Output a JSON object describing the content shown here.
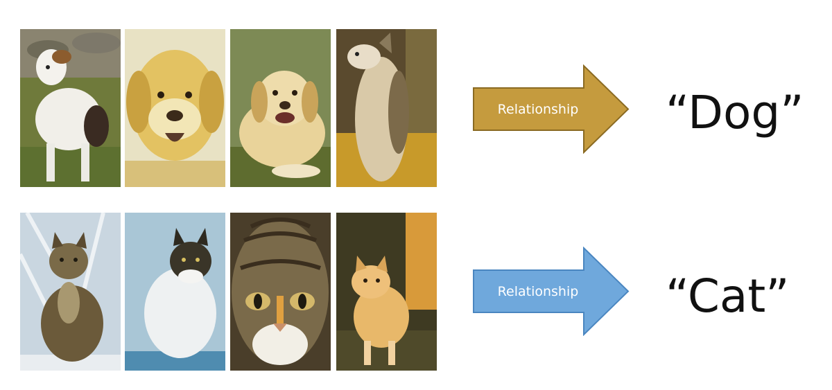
{
  "rows": {
    "dog": {
      "arrow_label": "Relationship",
      "arrow_color": "#c59b3e",
      "arrow_stroke": "#8a6a22",
      "result_label": "“Dog”",
      "photos": [
        "jack-russell-terrier",
        "golden-retriever-head",
        "golden-retriever-lying",
        "husky-looking-up"
      ]
    },
    "cat": {
      "arrow_label": "Relationship",
      "arrow_color": "#6fa8dc",
      "arrow_stroke": "#4a86c0",
      "result_label": "“Cat”",
      "photos": [
        "tabby-cat-sitting",
        "fluffy-white-cat",
        "tabby-kitten-face",
        "orange-kitten-walking"
      ]
    }
  }
}
